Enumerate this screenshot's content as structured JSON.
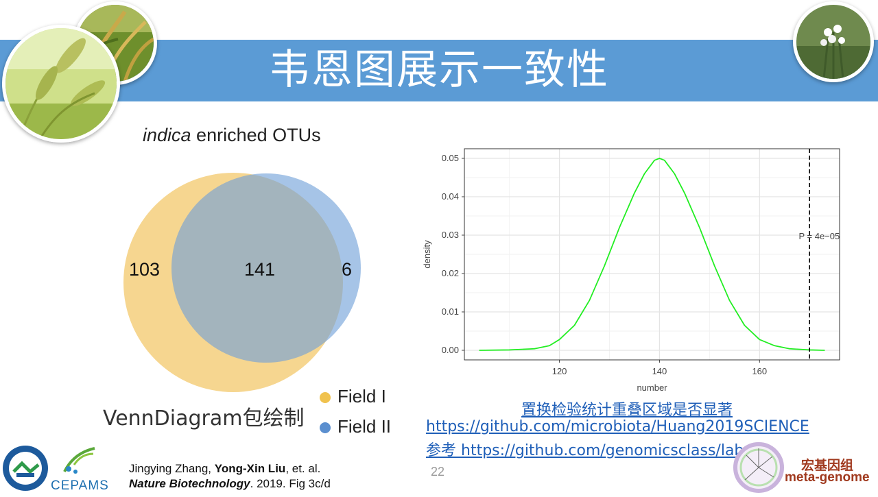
{
  "slide": {
    "title": "韦恩图展示一致性",
    "page_number": "22"
  },
  "venn": {
    "title_italic": "indica",
    "title_rest": " enriched OTUs",
    "left_only": "103",
    "overlap": "141",
    "right_only": "6",
    "caption": "VennDiagram包绘制",
    "legend": [
      {
        "label": "Field I",
        "color": "#f0c24e"
      },
      {
        "label": "Field II",
        "color": "#5b8fcf"
      }
    ]
  },
  "chart_data": {
    "type": "line",
    "xlabel": "number",
    "ylabel": "density",
    "x": [
      104,
      110,
      115,
      118,
      120,
      123,
      126,
      129,
      132,
      135,
      137,
      139,
      140,
      141,
      143,
      145,
      148,
      151,
      154,
      157,
      160,
      163,
      166,
      170,
      173
    ],
    "series": [
      {
        "values": [
          0.0,
          0.0001,
          0.0004,
          0.0012,
          0.0028,
          0.0065,
          0.013,
          0.022,
          0.032,
          0.041,
          0.046,
          0.0495,
          0.05,
          0.0495,
          0.046,
          0.041,
          0.032,
          0.022,
          0.013,
          0.0065,
          0.0028,
          0.0012,
          0.0004,
          0.0001,
          0.0
        ]
      }
    ],
    "xticks": [
      "120",
      "140",
      "160"
    ],
    "yticks": [
      "0.00",
      "0.01",
      "0.02",
      "0.03",
      "0.04",
      "0.05"
    ],
    "xlim": [
      101,
      176
    ],
    "ylim": [
      -0.0025,
      0.0525
    ],
    "vline_x": 170,
    "annotation": "P = 4e−05",
    "grid": true,
    "line_color": "#22ee22"
  },
  "links": {
    "test_title": "置换检验统计重叠区域是否显著",
    "url1": "https://github.com/microbiota/Huang2019SCIENCE",
    "ref_prefix": "参考 ",
    "url2": "https://github.com/genomicsclass/labs"
  },
  "citation": {
    "author1": "Jingying Zhang, ",
    "author2": "Yong-Xin Liu",
    "author_rest": ", et. al.",
    "journal": "Nature Biotechnology",
    "year": ". 2019. Fig 3c/d"
  },
  "logos": {
    "cepams": "CEPAMS",
    "brand_cn": "宏基因组",
    "brand_en": "meta-genome"
  }
}
